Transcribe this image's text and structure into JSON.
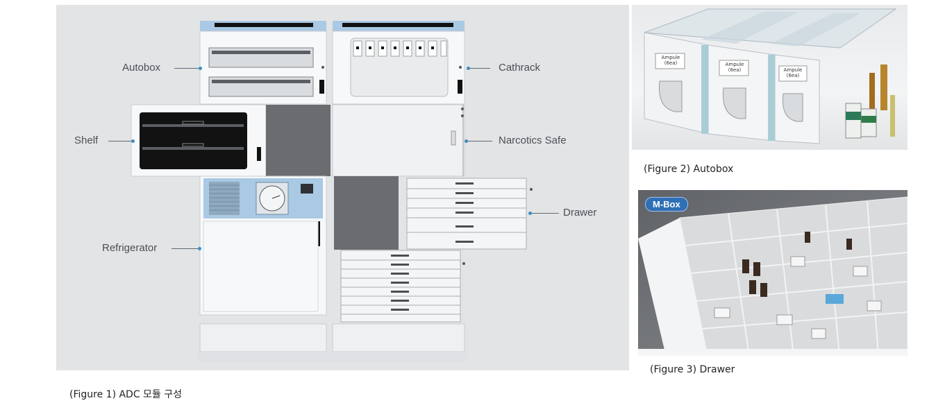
{
  "figure1": {
    "labels": {
      "autobox": "Autobox",
      "cathrack": "Cathrack",
      "shelf": "Shelf",
      "narcotics_safe": "Narcotics Safe",
      "drawer": "Drawer",
      "refrigerator": "Refrigerator"
    },
    "caption": "(Figure 1) ADC 모듈 구성"
  },
  "figure2": {
    "caption": "(Figure 2) Autobox",
    "box_labels": [
      "Ampule (6ea)",
      "Ampule (6ea)",
      "Ampule (6ea)"
    ]
  },
  "figure3": {
    "badge": "M-Box",
    "caption": "(Figure 3) Drawer"
  },
  "colors": {
    "accent_blue": "#3c8fc4",
    "panel_blue": "#a9c9e4",
    "badge_blue": "#2f6fb5"
  }
}
